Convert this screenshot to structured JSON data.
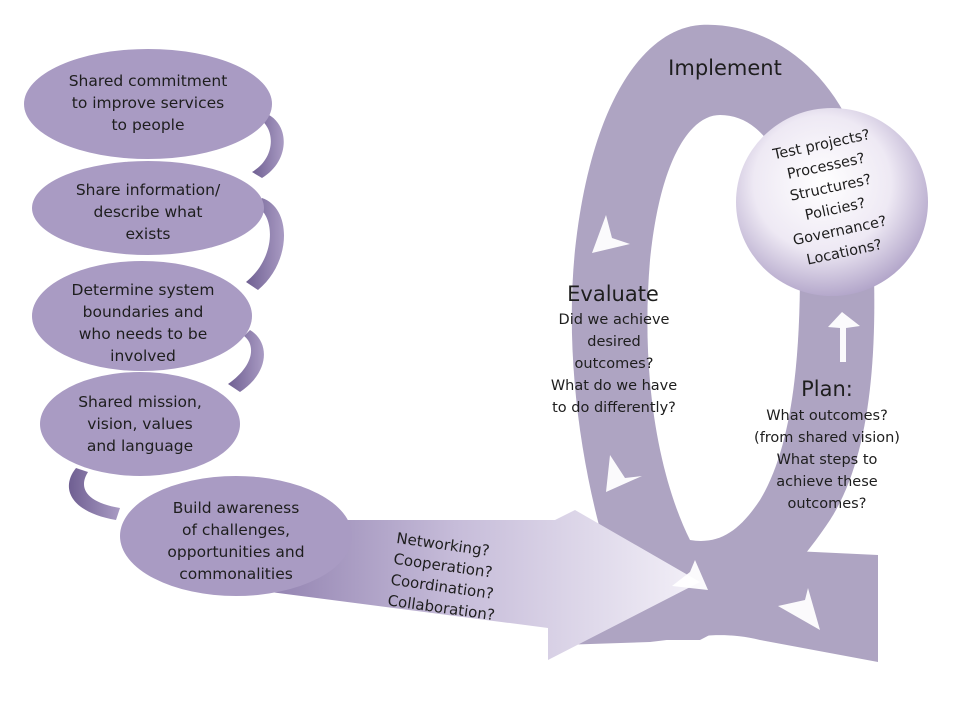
{
  "steps": [
    "Shared commitment\nto improve services\nto people",
    "Share information/\ndescribe what\nexists",
    "Determine system\nboundaries and\nwho needs to be\ninvolved",
    "Shared mission,\nvision, values\nand language",
    "Build awareness\nof  challenges,\nopportunities and\ncommonalities"
  ],
  "arrow_label": "Networking?\nCooperation?\nCoordination?\nCollaboration?",
  "cycle": {
    "implement": "Implement",
    "evaluate_title": "Evaluate",
    "evaluate_text": "Did we achieve\ndesired\noutcomes?\nWhat do we have\nto do differently?",
    "plan_title": "Plan:",
    "plan_text": "What outcomes?\n(from shared vision)\nWhat steps to\nachieve these\noutcomes?",
    "implement_items": "Test projects?\nProcesses?\nStructures?\nPolicies?\nGovernance?\nLocations?"
  },
  "colors": {
    "oval": "#a99bc3",
    "oval_dark": "#8877a8",
    "loop": "#aea4c2",
    "arrow_light": "#efeaf5",
    "bubble_center": "#ffffff",
    "bubble_edge": "#a99bc3"
  }
}
